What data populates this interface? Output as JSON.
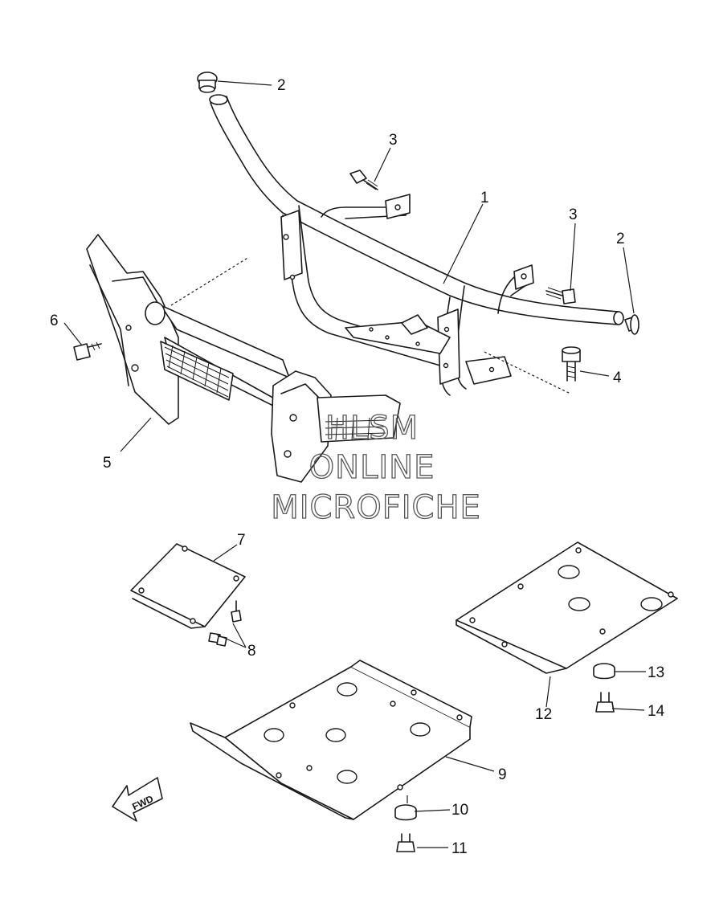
{
  "callouts": [
    {
      "id": "c1",
      "label": "1"
    },
    {
      "id": "c2a",
      "label": "2"
    },
    {
      "id": "c2b",
      "label": "2"
    },
    {
      "id": "c3a",
      "label": "3"
    },
    {
      "id": "c3b",
      "label": "3"
    },
    {
      "id": "c4",
      "label": "4"
    },
    {
      "id": "c5",
      "label": "5"
    },
    {
      "id": "c6",
      "label": "6"
    },
    {
      "id": "c7",
      "label": "7"
    },
    {
      "id": "c8",
      "label": "8"
    },
    {
      "id": "c9",
      "label": "9"
    },
    {
      "id": "c10",
      "label": "10"
    },
    {
      "id": "c11",
      "label": "11"
    },
    {
      "id": "c12",
      "label": "12"
    },
    {
      "id": "c13",
      "label": "13"
    },
    {
      "id": "c14",
      "label": "14"
    }
  ],
  "watermark": {
    "line1": "HLSM",
    "line2": "ONLINE",
    "line3": "MICROFICHE"
  },
  "fwd_arrow": {
    "label": "FWD"
  }
}
